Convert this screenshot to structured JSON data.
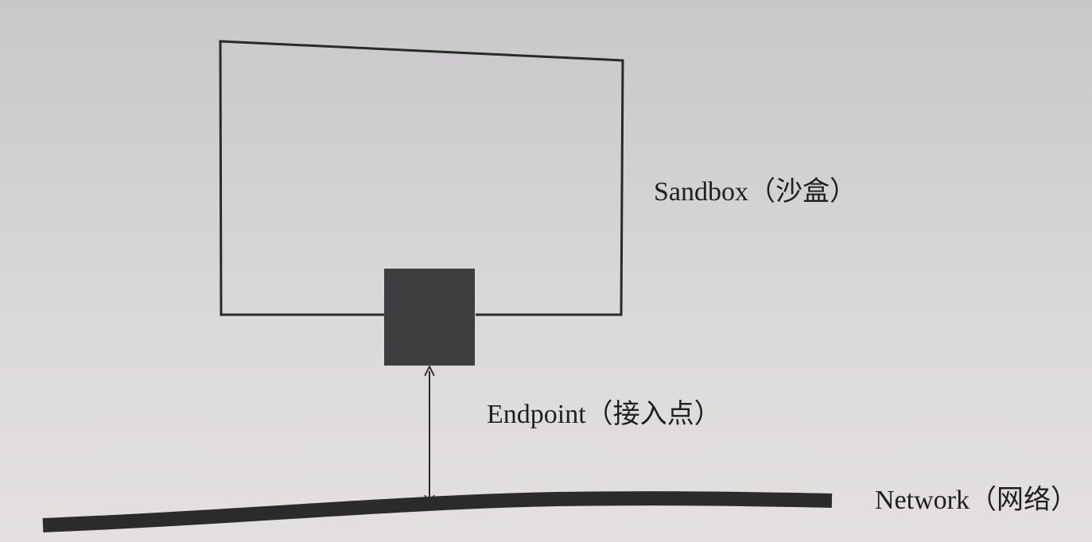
{
  "labels": {
    "sandbox": "Sandbox（沙盒）",
    "endpoint": "Endpoint（接入点）",
    "network": "Network（网络）"
  },
  "colors": {
    "background": "#d6d3d4",
    "line": "#2a2a2a",
    "endpoint_fill": "#3f3d3f",
    "network_bar": "#2b2b2b"
  }
}
